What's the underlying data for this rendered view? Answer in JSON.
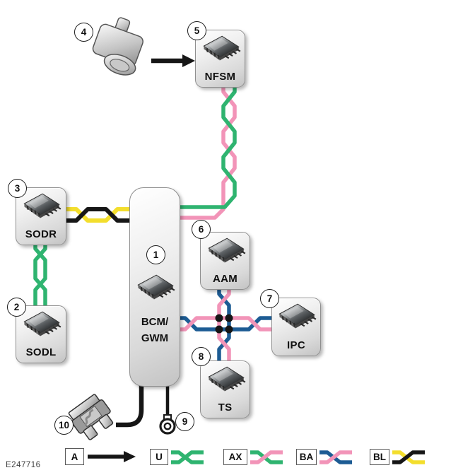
{
  "figure_id": "E247716",
  "colors": {
    "green": "#2fb470",
    "pink": "#f294b8",
    "yellow": "#f3de2d",
    "blue": "#1d5c94",
    "black": "#161616"
  },
  "modules": {
    "bcm": {
      "callout": "1",
      "label_line1": "BCM/",
      "label_line2": "GWM"
    },
    "sodl": {
      "callout": "2",
      "label": "SODL"
    },
    "sodr": {
      "callout": "3",
      "label": "SODR"
    },
    "camera": {
      "callout": "4"
    },
    "nfsm": {
      "callout": "5",
      "label": "NFSM"
    },
    "aam": {
      "callout": "6",
      "label": "AAM"
    },
    "ipc": {
      "callout": "7",
      "label": "IPC"
    },
    "ts": {
      "callout": "8",
      "label": "TS"
    },
    "ground": {
      "callout": "9"
    },
    "fuse": {
      "callout": "10"
    }
  },
  "legend": {
    "arrow": {
      "label": "A"
    },
    "u": {
      "label": "U"
    },
    "ax": {
      "label": "AX"
    },
    "ba": {
      "label": "BA"
    },
    "bl": {
      "label": "BL"
    }
  }
}
